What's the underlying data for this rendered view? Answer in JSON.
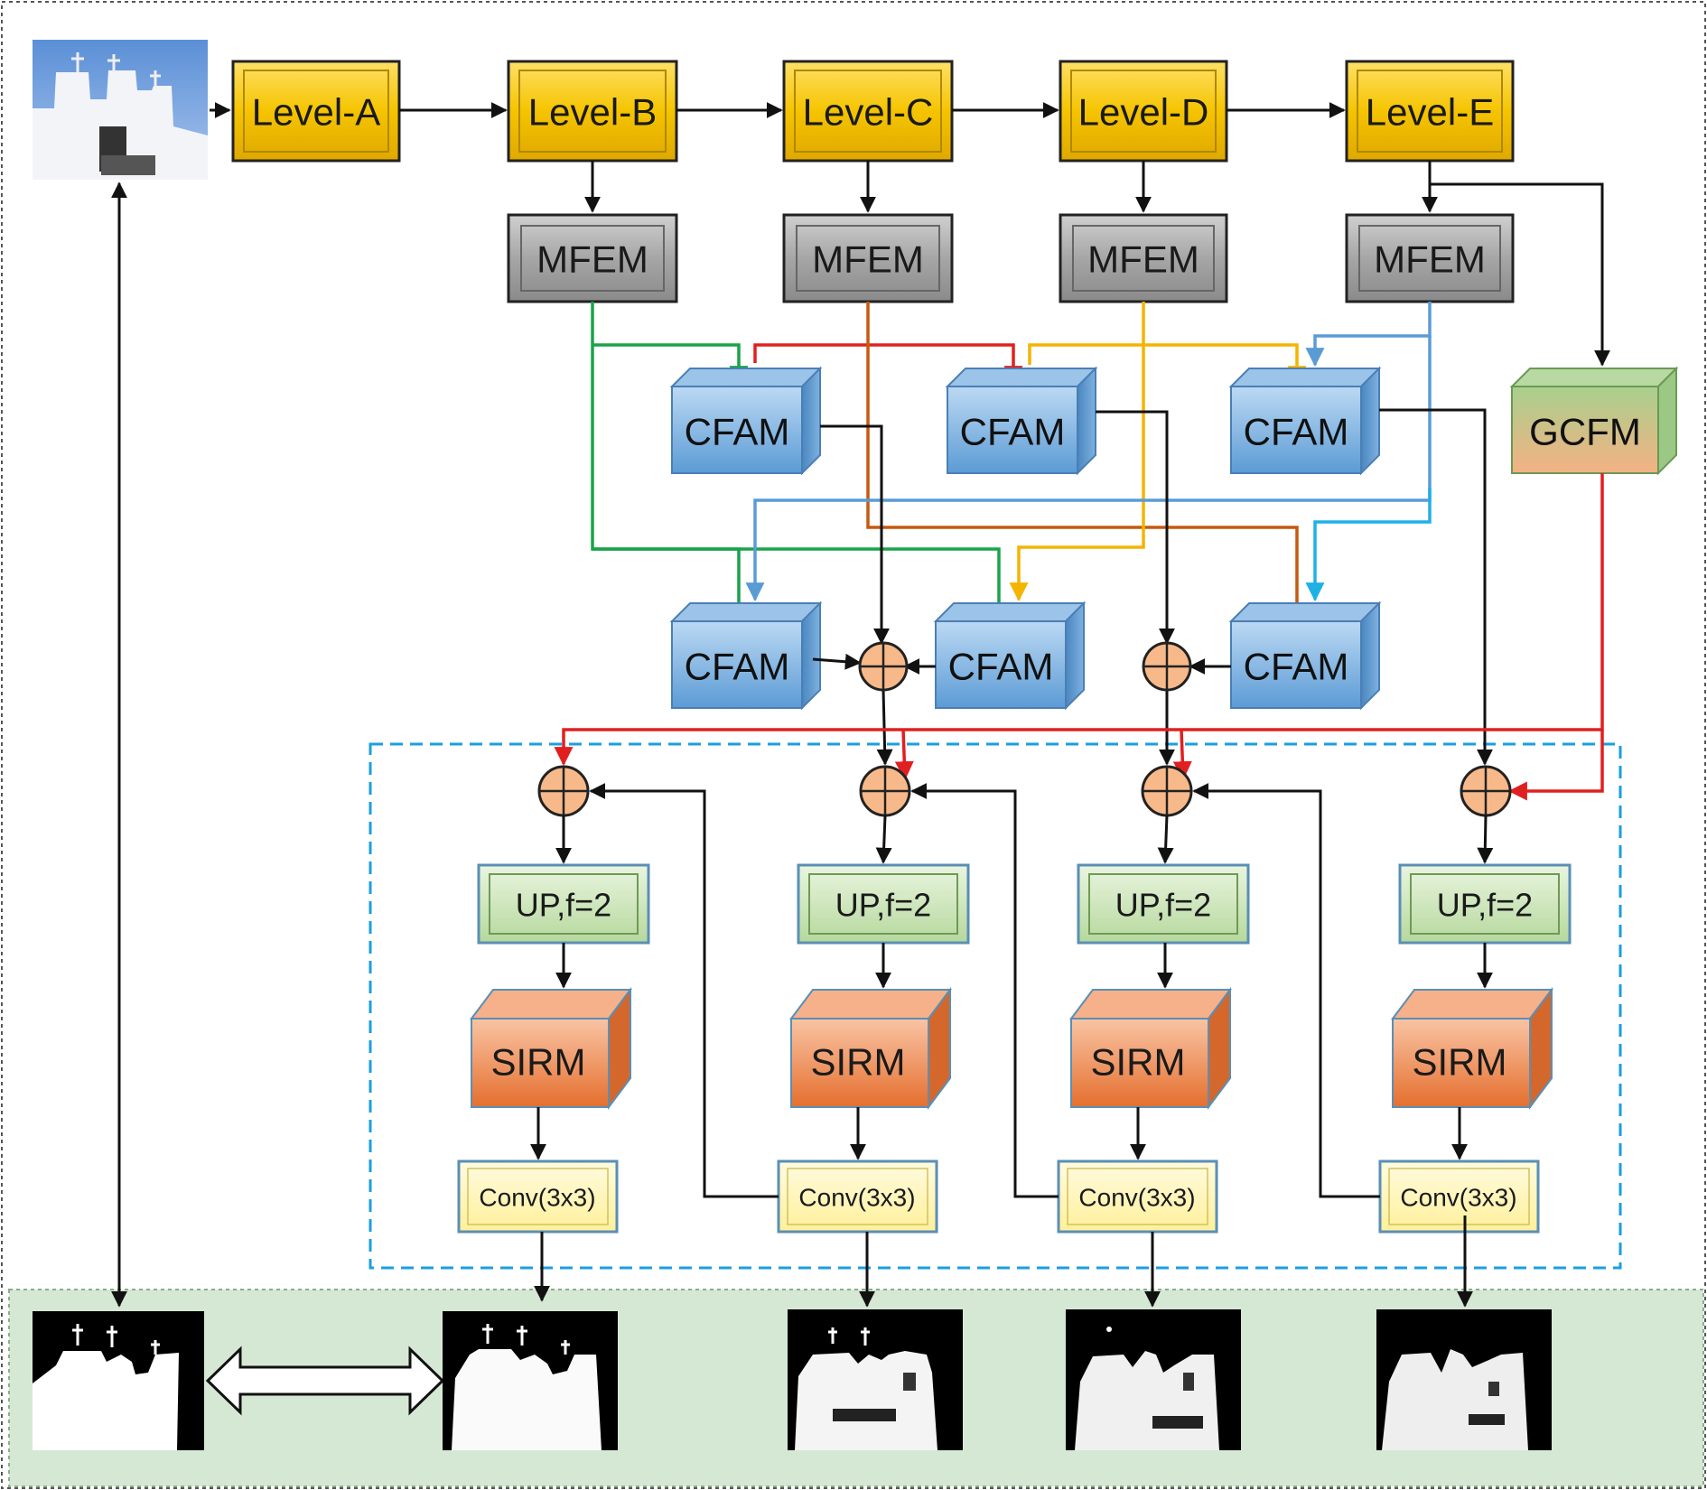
{
  "levels": [
    "Level-A",
    "Level-B",
    "Level-C",
    "Level-D",
    "Level-E"
  ],
  "mfem_label": "MFEM",
  "cfam_label": "CFAM",
  "gcfm_label": "GCFM",
  "up_label": "UP,f=2",
  "sirm_label": "SIRM",
  "conv_label": "Conv(3x3)",
  "colors": {
    "level_fill": "#f5c400",
    "mfem_fill": "#9a9a9a",
    "cfam_fill": "#6fa8dc",
    "gcfm_top": "#a8d08d",
    "gcfm_bottom": "#f4b183",
    "up_fill": "#c6e0b4",
    "sirm_fill": "#ed8a55",
    "conv_fill": "#fff2a8",
    "sum_fill": "#f8b98a",
    "green_line": "#1aa34a",
    "red_line": "#e02020",
    "yellow_line": "#f4b400",
    "blue_line": "#5b9bd5",
    "orange_line": "#c55a11",
    "cyan_line": "#1fb0e6",
    "dashed_box": "#1a9fe0",
    "bottom_panel": "#d5e8d4"
  },
  "icons": {
    "input_image": "church-photo",
    "ground_truth": "church-mask",
    "outputs": [
      "saliency-map-1",
      "saliency-map-2",
      "saliency-map-3",
      "saliency-map-4"
    ],
    "sum": "circle-plus-icon",
    "compare": "double-arrow-icon"
  }
}
